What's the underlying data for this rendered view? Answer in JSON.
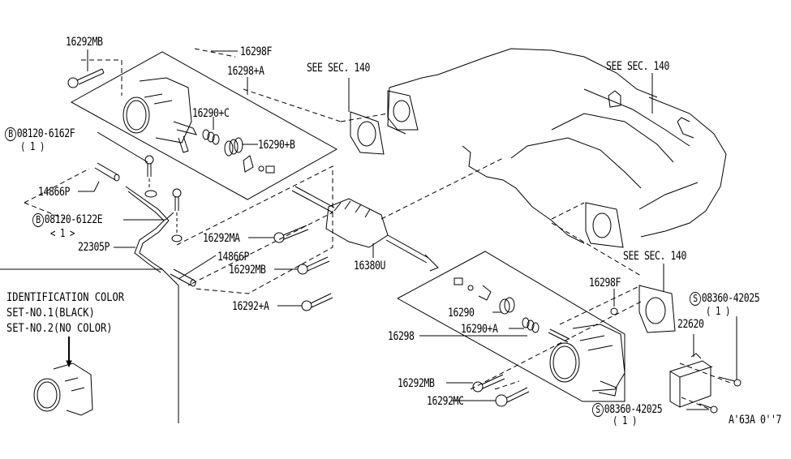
{
  "diagram": {
    "title": "Throttle chamber / intake parts diagram",
    "figure_code": "A'63A 0''7",
    "labels": {
      "bolt_16292MB_top": "16292MB",
      "plug_16298F_top": "16298F",
      "kit_16298A": "16298+A",
      "spring_16290C": "16290+C",
      "spring_16290B": "16290+B",
      "bolt_B_6162F": "08120-6162F",
      "bolt_B_6162F_qty": "( 1 )",
      "hose_14866P_upper": "14866P",
      "bolt_B_6122E": "08120-6122E",
      "bolt_B_6122E_qty": "< 1 >",
      "tube_22305P": "22305P",
      "bolt_16292MA": "16292MA",
      "hose_14866P_lower": "14866P",
      "bolt_16292MB_mid": "16292MB",
      "unit_16380U": "16380U",
      "bolt_16292A": "16292+A",
      "see_sec_gasket_left": "SEE SEC. 140",
      "see_sec_manifold": "SEE SEC. 140",
      "see_sec_gasket_right": "SEE SEC. 140",
      "plug_16298F_bottom": "16298F",
      "screw_S_42025_top": "08360-42025",
      "screw_S_42025_top_qty": "( 1 )",
      "sensor_22620": "22620",
      "spring_16290": "16290",
      "spring_16290A": "16290+A",
      "kit_16298": "16298",
      "bolt_16292MB_bottom": "16292MB",
      "bolt_16292MC": "16292MC",
      "screw_S_42025_bottom": "08360-42025",
      "screw_S_42025_bottom_qty": "( 1 )"
    },
    "markers": {
      "bolt_marker": "B",
      "screw_marker": "S"
    },
    "identification": {
      "heading": "IDENTIFICATION COLOR",
      "set1": "SET-NO.1(BLACK)",
      "set2": "SET-NO.2(NO COLOR)"
    }
  }
}
